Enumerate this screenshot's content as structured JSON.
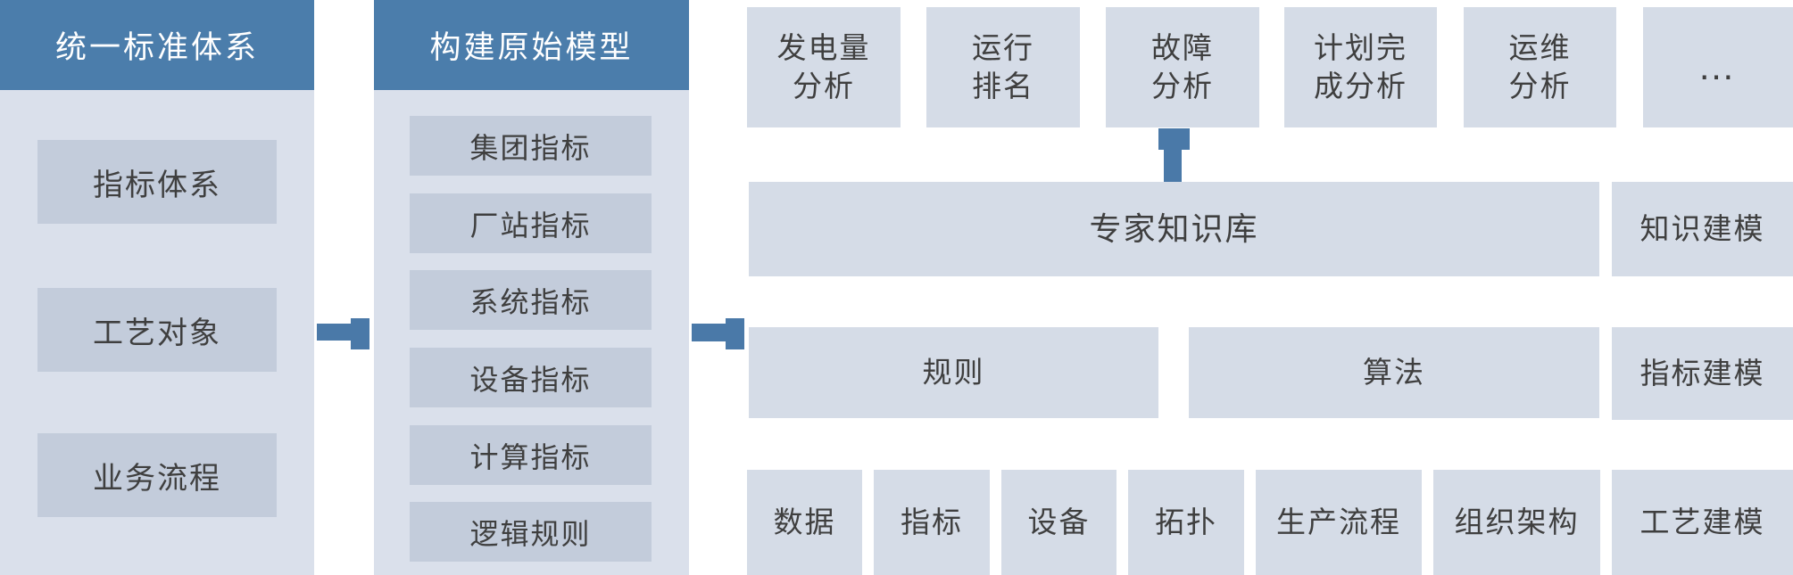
{
  "palette": {
    "header_blue": "#4b7dab",
    "arrow_blue": "#4a79a8",
    "panel_bg": "#dae0eb",
    "panel_item_bg": "#c3ccdb",
    "box_bg": "#d5dce7",
    "text_dark": "#3f3f3f",
    "text_light": "#ffffff"
  },
  "left_panel": {
    "title": "统一标准体系",
    "items": [
      {
        "label": "指标体系"
      },
      {
        "label": "工艺对象"
      },
      {
        "label": "业务流程"
      }
    ]
  },
  "model_panel": {
    "title": "构建原始模型",
    "items": [
      {
        "label": "集团指标"
      },
      {
        "label": "厂站指标"
      },
      {
        "label": "系统指标"
      },
      {
        "label": "设备指标"
      },
      {
        "label": "计算指标"
      },
      {
        "label": "逻辑规则"
      }
    ]
  },
  "top_row": {
    "items": [
      {
        "label": "发电量\n分析"
      },
      {
        "label": "运行\n排名"
      },
      {
        "label": "故障\n分析"
      },
      {
        "label": "计划完\n成分析"
      },
      {
        "label": "运维\n分析"
      },
      {
        "label": "…"
      }
    ]
  },
  "knowledge_row": {
    "main": "专家知识库",
    "side": "知识建模"
  },
  "rule_row": {
    "rule": "规则",
    "algorithm": "算法",
    "side": "指标建模"
  },
  "bottom_row": {
    "items": [
      {
        "label": "数据"
      },
      {
        "label": "指标"
      },
      {
        "label": "设备"
      },
      {
        "label": "拓扑"
      },
      {
        "label": "生产流程"
      },
      {
        "label": "组织架构"
      }
    ],
    "side": "工艺建模"
  }
}
